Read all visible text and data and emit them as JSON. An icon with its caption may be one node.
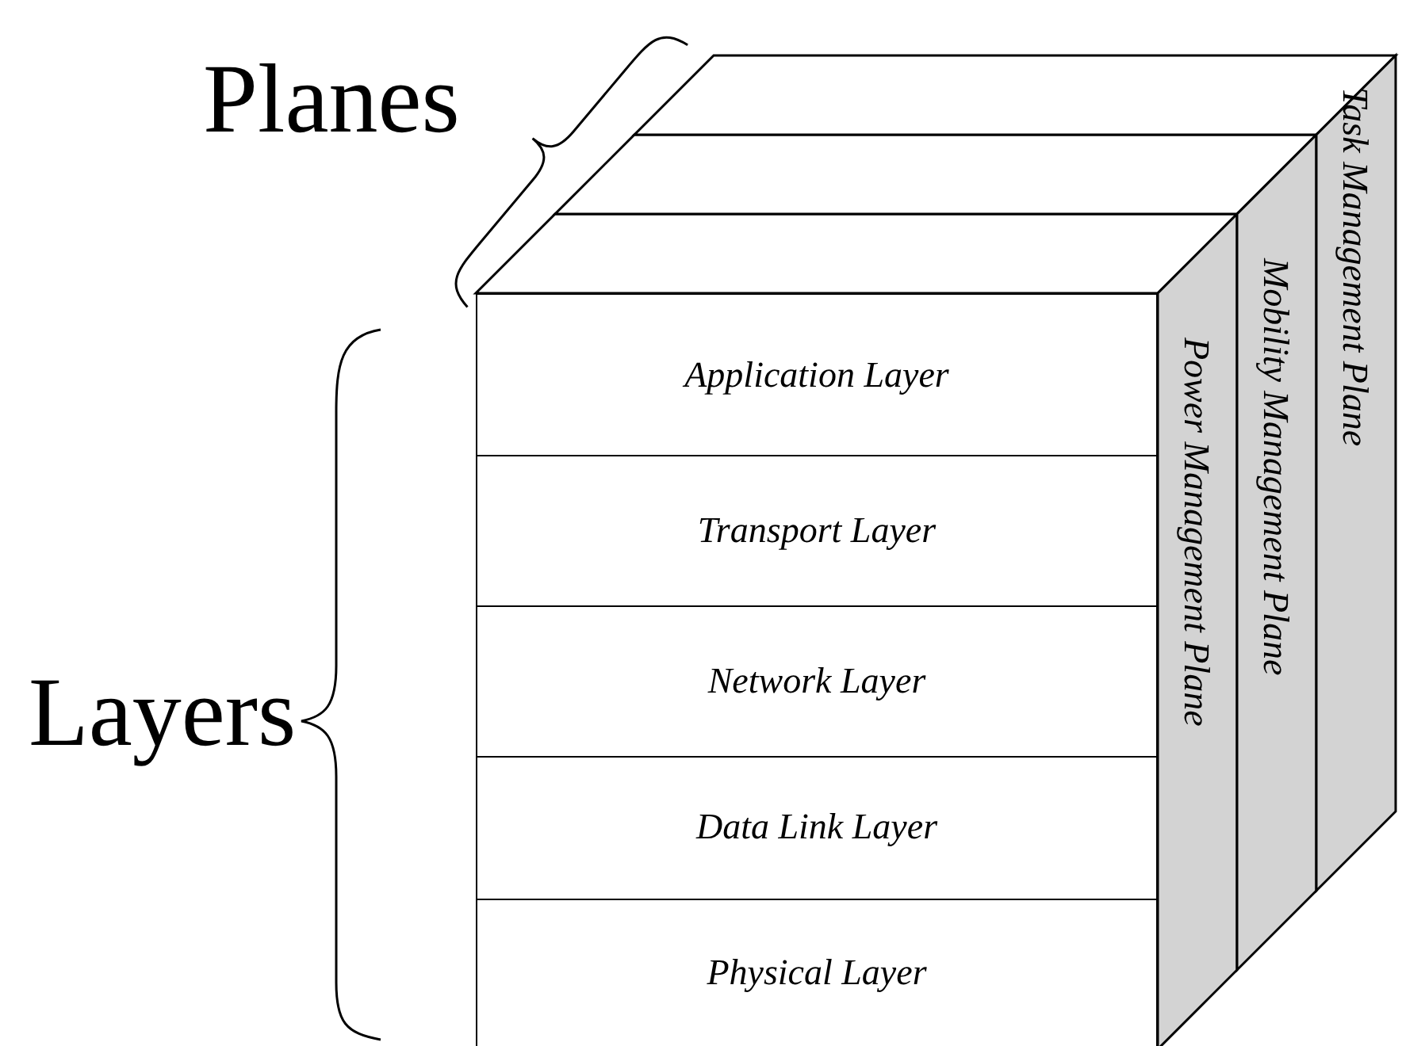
{
  "diagram": {
    "nodes": [
      {
        "text": [
          "Application Layer"
        ]
      },
      {
        "text": [
          "Transport Layer"
        ]
      },
      {
        "text": [
          "Network Layer"
        ]
      },
      {
        "text": [
          "Data Link Layer"
        ]
      },
      {
        "text": [
          "Physical Layer"
        ]
      },
      {
        "text": [
          "Power Management Plane"
        ]
      },
      {
        "text": [
          "Mobility Management Plane"
        ]
      },
      {
        "text": [
          "Task Management Plane"
        ]
      }
    ],
    "edges": [],
    "labels": [
      "Planes",
      "Layers"
    ]
  }
}
